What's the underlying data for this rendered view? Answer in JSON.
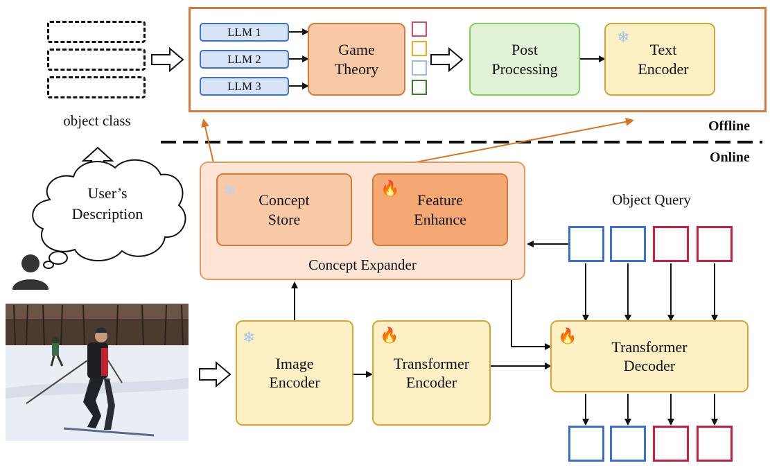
{
  "user_side": {
    "object_class": "object class",
    "description": "User’s\nDescription"
  },
  "offline": {
    "label": "Offline",
    "llms": [
      "LLM 1",
      "LLM 2",
      "LLM 3"
    ],
    "game_theory": "Game\nTheory",
    "post_processing": "Post\nProcessing",
    "text_encoder": "Text\nEncoder"
  },
  "online": {
    "label": "Online",
    "concept_store": "Concept\nStore",
    "feature_enhance": "Feature\nEnhance",
    "concept_expander": "Concept Expander",
    "object_query": "Object Query",
    "image_encoder": "Image\nEncoder",
    "transformer_encoder": "Transformer\nEncoder",
    "transformer_decoder": "Transformer\nDecoder"
  },
  "colors": {
    "query_blue": "#3b6ed6",
    "query_red": "#cc1f3c",
    "offline_border": "#d9793a",
    "arrow_orange": "#d9731f"
  },
  "icons": {
    "frozen": "snowflake-icon",
    "trainable": "fire-icon",
    "user": "person-icon"
  }
}
